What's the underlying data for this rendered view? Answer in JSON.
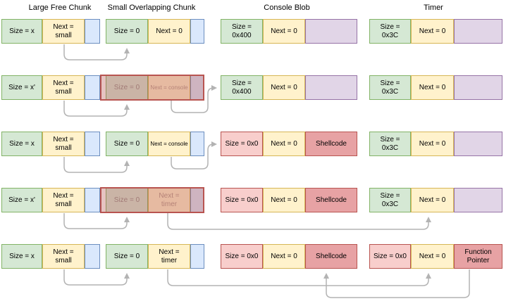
{
  "headers": {
    "large_free_chunk": "Large Free Chunk",
    "small_overlapping_chunk": "Small Overlapping Chunk",
    "console_blob": "Console Blob",
    "timer": "Timer"
  },
  "colors": {
    "cell_styles": {
      "green": {
        "fill": "#d5e8d4",
        "stroke": "#82b366"
      },
      "yellow": {
        "fill": "#fff2cc",
        "stroke": "#d6b656"
      },
      "blue": {
        "fill": "#dae8fc",
        "stroke": "#6c8ebf"
      },
      "purple": {
        "fill": "#e1d5e7",
        "stroke": "#9673a6"
      },
      "pink": {
        "fill": "#f8cecc",
        "stroke": "#b85450"
      },
      "rose": {
        "fill": "#e7a2a4",
        "stroke": "#b85450"
      }
    },
    "overlay_fill": "rgba(184,84,80,0.35)",
    "overlay_stroke": "#b85450",
    "overlay_size_text": "#95908b",
    "overlay_next_text": "#b49b8d",
    "arrow": "#b3b3b3"
  },
  "rows": [
    {
      "left": [
        {
          "text": "Size = x",
          "color": "green"
        },
        {
          "text": "Next = small",
          "color": "yellow"
        },
        {
          "text": "",
          "color": "blue"
        },
        {
          "text": "Size = 0",
          "color": "green"
        },
        {
          "text": "Next = 0",
          "color": "yellow"
        },
        {
          "text": "",
          "color": "blue"
        }
      ],
      "small_chunk_overwritten": false,
      "console_blob": [
        {
          "text": "Size = 0x400",
          "color": "green"
        },
        {
          "text": "Next = 0",
          "color": "yellow"
        },
        {
          "text": "",
          "color": "purple"
        }
      ],
      "timer": [
        {
          "text": "Size = 0x3C",
          "color": "green"
        },
        {
          "text": "Next = 0",
          "color": "yellow"
        },
        {
          "text": "",
          "color": "purple"
        }
      ],
      "arrows": [
        {
          "type": "small-chunk-link",
          "from": "large-free-chunk-next",
          "to": "small-overlapping-chunk-size"
        }
      ]
    },
    {
      "left": [
        {
          "text": "Size = x'",
          "color": "green"
        },
        {
          "text": "Next = small",
          "color": "yellow"
        },
        {
          "text": "",
          "color": "blue"
        },
        {
          "text": "Size = 0",
          "color": "green"
        },
        {
          "text": "Next = console",
          "color": "yellow"
        },
        {
          "text": "",
          "color": "blue"
        }
      ],
      "small_chunk_overwritten": true,
      "console_blob": [
        {
          "text": "Size = 0x400",
          "color": "green"
        },
        {
          "text": "Next = 0",
          "color": "yellow"
        },
        {
          "text": "",
          "color": "purple"
        }
      ],
      "timer": [
        {
          "text": "Size = 0x3C",
          "color": "green"
        },
        {
          "text": "Next = 0",
          "color": "yellow"
        },
        {
          "text": "",
          "color": "purple"
        }
      ],
      "arrows": [
        {
          "type": "small-chunk-link",
          "from": "large-free-chunk-next",
          "to": "small-overlapping-chunk-size"
        },
        {
          "type": "console-link",
          "from": "small-overlapping-chunk-next",
          "to": "console-blob-size"
        }
      ]
    },
    {
      "left": [
        {
          "text": "Size = x",
          "color": "green"
        },
        {
          "text": "Next = small",
          "color": "yellow"
        },
        {
          "text": "",
          "color": "blue"
        },
        {
          "text": "Size = 0",
          "color": "green"
        },
        {
          "text": "Next = console",
          "color": "yellow"
        },
        {
          "text": "",
          "color": "blue"
        }
      ],
      "small_chunk_overwritten": false,
      "console_blob": [
        {
          "text": "Size = 0x0",
          "color": "pink"
        },
        {
          "text": "Next = 0",
          "color": "yellow"
        },
        {
          "text": "Shellcode",
          "color": "rose"
        }
      ],
      "timer": [
        {
          "text": "Size = 0x3C",
          "color": "green"
        },
        {
          "text": "Next = 0",
          "color": "yellow"
        },
        {
          "text": "",
          "color": "purple"
        }
      ],
      "arrows": [
        {
          "type": "small-chunk-link",
          "from": "large-free-chunk-next",
          "to": "small-overlapping-chunk-size"
        },
        {
          "type": "console-link",
          "from": "small-overlapping-chunk-next",
          "to": "console-blob-size"
        }
      ]
    },
    {
      "left": [
        {
          "text": "Size = x'",
          "color": "green"
        },
        {
          "text": "Next = small",
          "color": "yellow"
        },
        {
          "text": "",
          "color": "blue"
        },
        {
          "text": "Size = 0",
          "color": "green"
        },
        {
          "text": "Next = timer",
          "color": "yellow"
        },
        {
          "text": "",
          "color": "blue"
        }
      ],
      "small_chunk_overwritten": true,
      "console_blob": [
        {
          "text": "Size = 0x0",
          "color": "pink"
        },
        {
          "text": "Next = 0",
          "color": "yellow"
        },
        {
          "text": "Shellcode",
          "color": "rose"
        }
      ],
      "timer": [
        {
          "text": "Size = 0x3C",
          "color": "green"
        },
        {
          "text": "Next = 0",
          "color": "yellow"
        },
        {
          "text": "",
          "color": "purple"
        }
      ],
      "arrows": [
        {
          "type": "small-chunk-link",
          "from": "large-free-chunk-next",
          "to": "small-overlapping-chunk-size"
        },
        {
          "type": "timer-link",
          "from": "small-overlapping-chunk-next",
          "to": "timer-next"
        }
      ]
    },
    {
      "left": [
        {
          "text": "Size = x",
          "color": "green"
        },
        {
          "text": "Next = small",
          "color": "yellow"
        },
        {
          "text": "",
          "color": "blue"
        },
        {
          "text": "Size = 0",
          "color": "green"
        },
        {
          "text": "Next = timer",
          "color": "yellow"
        },
        {
          "text": "",
          "color": "blue"
        }
      ],
      "small_chunk_overwritten": false,
      "console_blob": [
        {
          "text": "Size = 0x0",
          "color": "pink"
        },
        {
          "text": "Next = 0",
          "color": "yellow"
        },
        {
          "text": "Shellcode",
          "color": "rose"
        }
      ],
      "timer": [
        {
          "text": "Size = 0x0",
          "color": "pink"
        },
        {
          "text": "Next = 0",
          "color": "yellow"
        },
        {
          "text": "Function Pointer",
          "color": "rose"
        }
      ],
      "arrows": [
        {
          "type": "small-chunk-link",
          "from": "large-free-chunk-next",
          "to": "small-overlapping-chunk-size"
        },
        {
          "type": "timer-link",
          "from": "small-overlapping-chunk-next",
          "to": "timer-next"
        },
        {
          "type": "fp-link",
          "from": "timer-function-pointer",
          "to": "console-blob-shellcode"
        }
      ]
    }
  ]
}
